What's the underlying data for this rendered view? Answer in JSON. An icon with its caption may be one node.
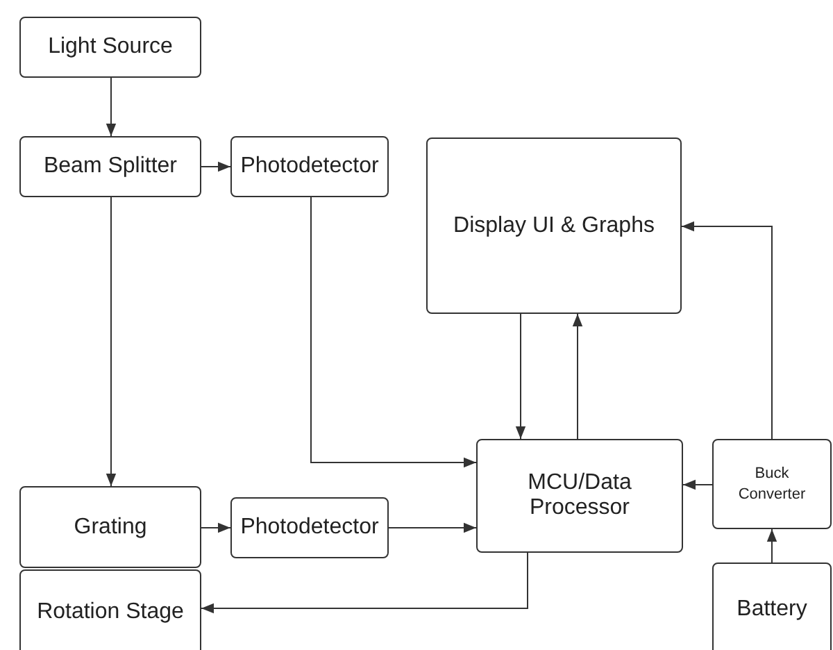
{
  "diagram": {
    "nodes": [
      {
        "text": [
          "Light Source"
        ]
      },
      {
        "text": [
          "Beam Splitter"
        ]
      },
      {
        "text": [
          "Photodetector"
        ]
      },
      {
        "text": [
          "Display UI & Graphs"
        ]
      },
      {
        "text": [
          "MCU/Data Processor"
        ]
      },
      {
        "text": [
          "Buck Converter"
        ]
      },
      {
        "text": [
          "Grating"
        ]
      },
      {
        "text": [
          "Photodetector"
        ]
      },
      {
        "text": [
          "Rotation Stage"
        ]
      },
      {
        "text": [
          "Battery"
        ]
      }
    ],
    "edges": [
      {
        "from": 0,
        "to": 1,
        "arrow": "to"
      },
      {
        "from": 1,
        "to": 2,
        "arrow": "to"
      },
      {
        "from": 1,
        "to": 6,
        "arrow": "to"
      },
      {
        "from": 2,
        "to": 4,
        "arrow": "to"
      },
      {
        "from": 3,
        "to": 4,
        "arrow": "to"
      },
      {
        "from": 4,
        "to": 3,
        "arrow": "to"
      },
      {
        "from": 5,
        "to": 4,
        "arrow": "to"
      },
      {
        "from": 5,
        "to": 3,
        "arrow": "to"
      },
      {
        "from": 6,
        "to": 7,
        "arrow": "to"
      },
      {
        "from": 7,
        "to": 4,
        "arrow": "to"
      },
      {
        "from": 4,
        "to": 8,
        "arrow": "to"
      },
      {
        "from": 9,
        "to": 5,
        "arrow": "to"
      }
    ]
  }
}
